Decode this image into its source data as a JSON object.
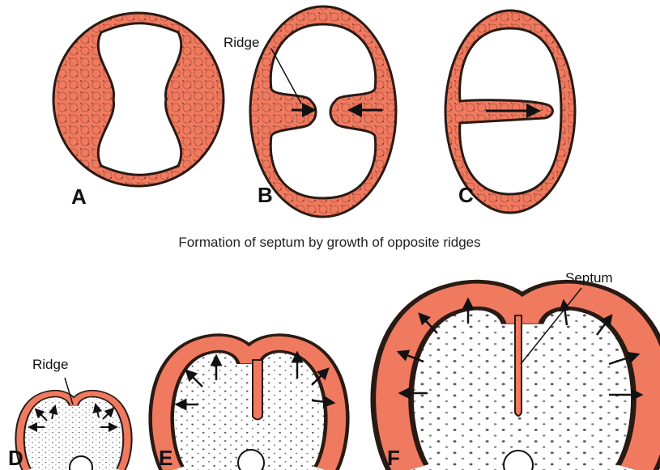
{
  "colors": {
    "tissue": "#ef7a5f",
    "outline": "#2a1a14",
    "stipple": "#555555"
  },
  "top_panels": [
    {
      "label": "A"
    },
    {
      "label": "B",
      "annotation": "Ridge"
    },
    {
      "label": "C"
    }
  ],
  "caption": "Formation of septum by growth of opposite ridges",
  "bottom_panels": [
    {
      "label": "D",
      "annotation": "Ridge"
    },
    {
      "label": "E"
    },
    {
      "label": "F",
      "annotation": "Septum"
    }
  ]
}
